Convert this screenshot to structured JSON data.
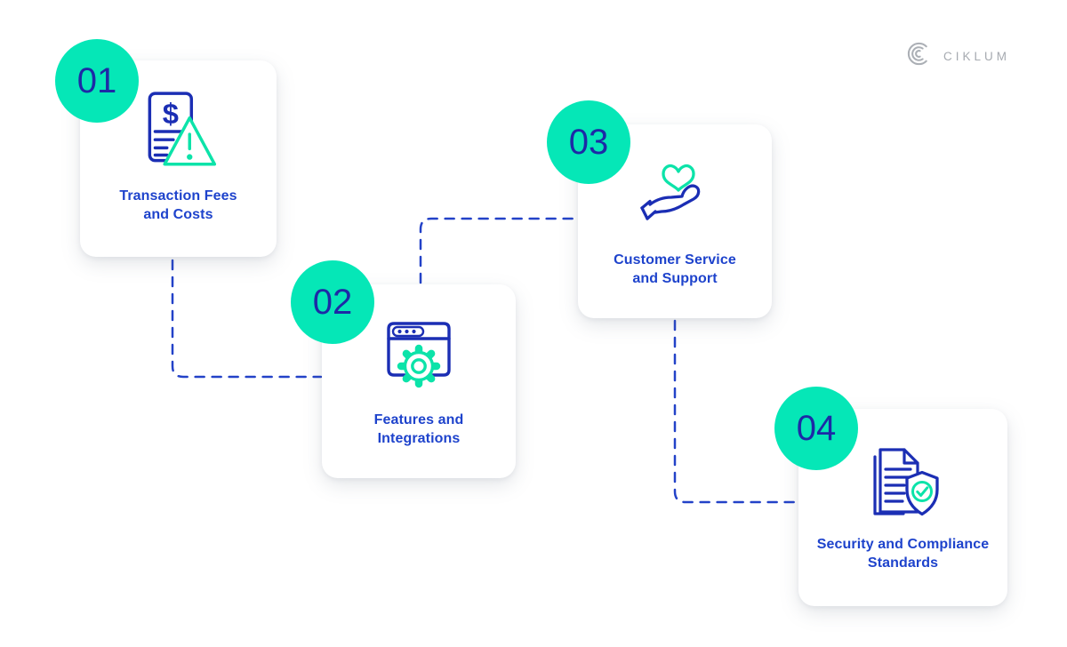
{
  "brand": {
    "name": "CIKLUM"
  },
  "colors": {
    "background": "#ffffff",
    "badge_teal": "#05e7b7",
    "icon_teal": "#0ce3a9",
    "number_navy": "#1d2aa6",
    "label_blue": "#1e43cc",
    "icon_navy": "#1b2eb4",
    "connector_blue": "#2342c8",
    "logo_gray": "#a6aab0"
  },
  "steps": [
    {
      "number": "01",
      "label": "Transaction Fees\nand Costs",
      "icon": "invoice-warning-icon"
    },
    {
      "number": "02",
      "label": "Features and\nIntegrations",
      "icon": "browser-gear-icon"
    },
    {
      "number": "03",
      "label": "Customer Service\nand Support",
      "icon": "hand-heart-icon"
    },
    {
      "number": "04",
      "label": "Security and Compliance\nStandards",
      "icon": "document-shield-check-icon"
    }
  ]
}
